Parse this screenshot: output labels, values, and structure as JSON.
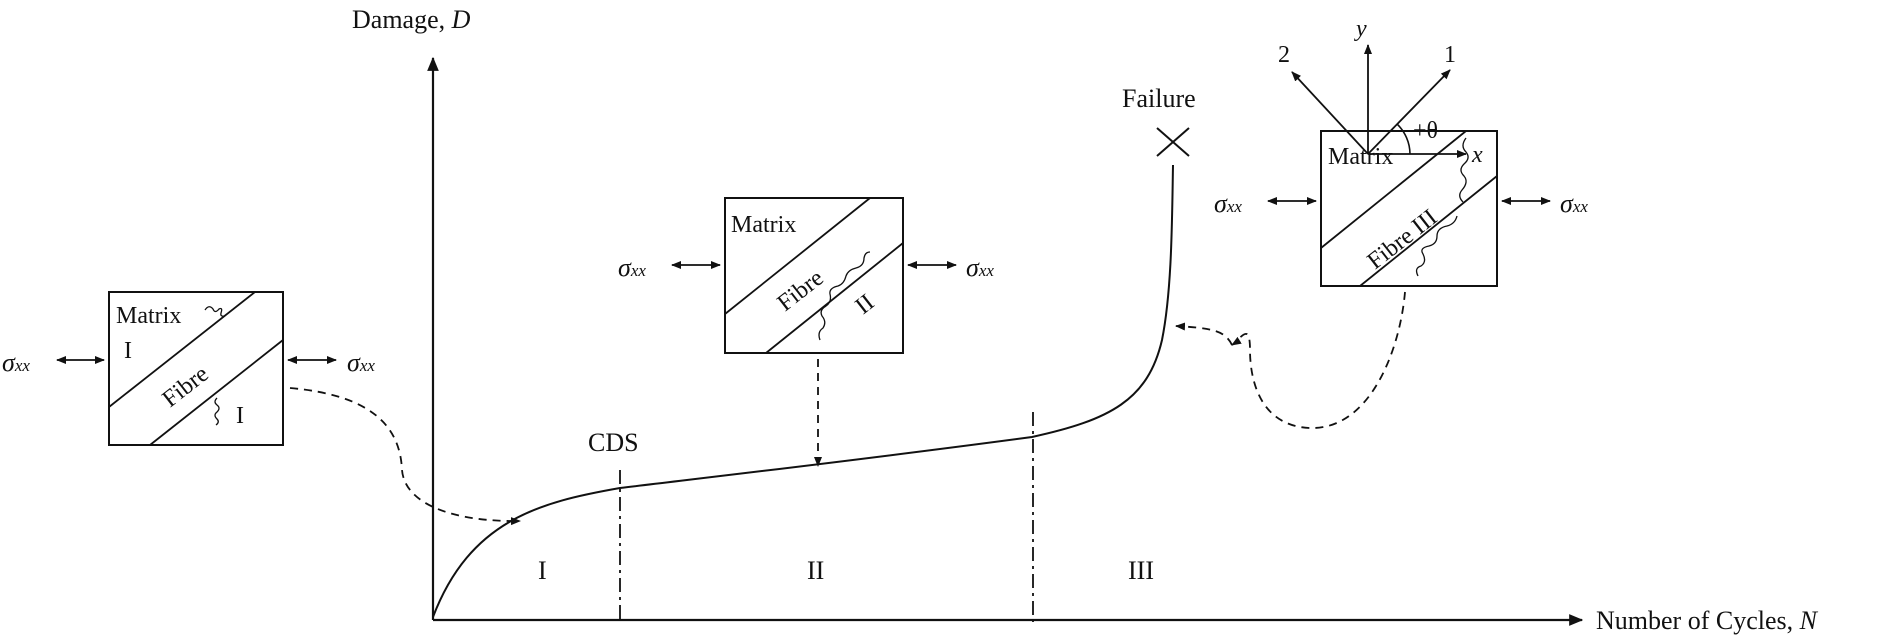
{
  "axes": {
    "y_label": "Damage, ",
    "y_symbol": "D",
    "x_label": "Number of Cycles, ",
    "x_symbol": "N"
  },
  "regions": {
    "r1": "I",
    "r2": "II",
    "r3": "III"
  },
  "markers": {
    "cds": "CDS",
    "failure": "Failure"
  },
  "stress": {
    "symbol": "σ",
    "subscript": "xx"
  },
  "box1": {
    "matrix": "Matrix",
    "fibre": "Fibre",
    "crack_a": "I",
    "crack_b": "I"
  },
  "box2": {
    "matrix": "Matrix",
    "fibre": "Fibre",
    "crack": "II"
  },
  "box3": {
    "matrix": "Matrix",
    "fibre": "Fibre III"
  },
  "coords": {
    "y": "y",
    "x": "x",
    "one": "1",
    "two": "2",
    "theta": "+θ"
  }
}
